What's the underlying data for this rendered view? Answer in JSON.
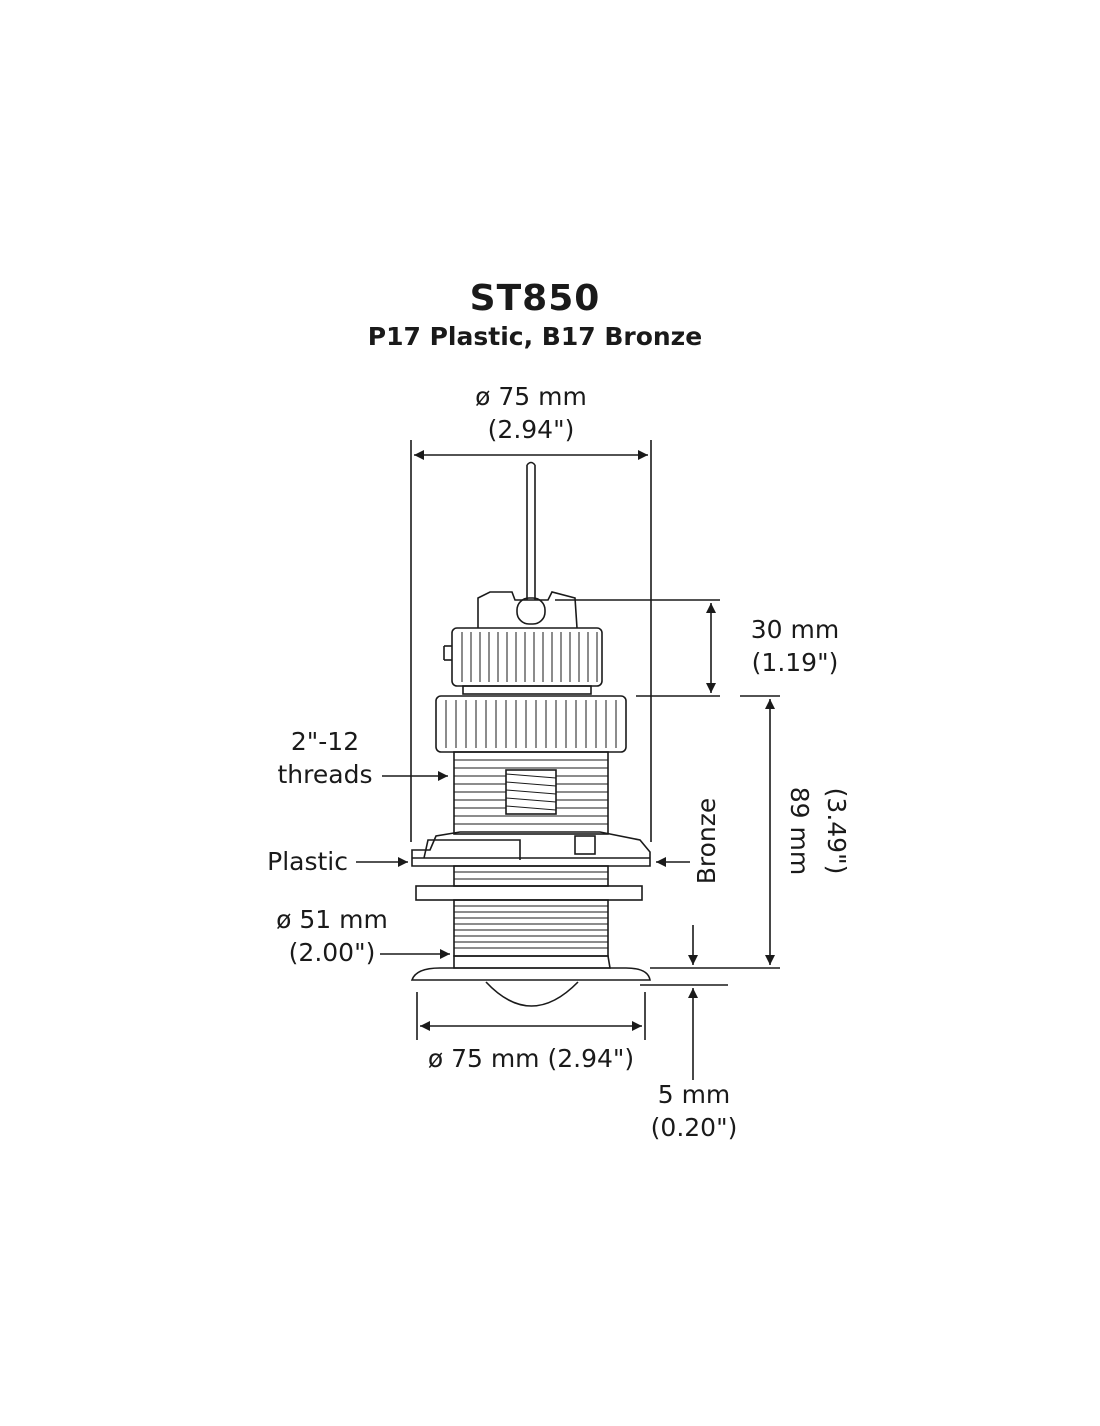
{
  "title": "ST850",
  "subtitle": "P17 Plastic, B17 Bronze",
  "dimensions": {
    "top_diameter_mm": "ø 75 mm",
    "top_diameter_in": "(2.94\")",
    "cap_height_mm": "30 mm",
    "cap_height_in": "(1.19\")",
    "body_height_mm": "89 mm",
    "body_height_in": "(3.49\")",
    "thread_size": "2\"-12",
    "thread_label": "threads",
    "plastic_label": "Plastic",
    "bronze_label": "Bronze",
    "stem_diameter_mm": "ø 51 mm",
    "stem_diameter_in": "(2.00\")",
    "flange_diameter": "ø 75 mm (2.94\")",
    "protrusion_mm": "5 mm",
    "protrusion_in": "(0.20\")"
  }
}
